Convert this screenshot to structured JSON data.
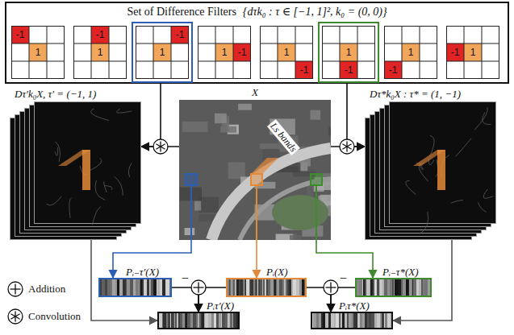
{
  "diagram": {
    "nodes": [
      {
        "text": [
          "Set of Difference Filters",
          "{dτk₀ : τ ∈ [−1, 1]², k₀ = (0, 0)}"
        ]
      },
      {
        "text": [
          "-1",
          "1"
        ],
        "in": 0
      },
      {
        "text": [
          "-1",
          "1"
        ],
        "in": 0
      },
      {
        "text": [
          "-1",
          "1"
        ],
        "in": 0
      },
      {
        "text": [
          "1",
          "-1"
        ],
        "in": 0
      },
      {
        "text": [
          "1",
          "-1"
        ],
        "in": 0
      },
      {
        "text": [
          "1",
          "-1"
        ],
        "in": 0
      },
      {
        "text": [
          "1",
          "-1"
        ],
        "in": 0
      },
      {
        "text": [
          "-1",
          "1"
        ],
        "in": 0
      },
      {
        "text": [
          "Dτ′k₀X, τ′ = (−1, 1)"
        ]
      },
      {
        "text": [
          "X",
          "Ls bands"
        ]
      },
      {
        "text": [
          "Dτ*k₀X : τ* = (1, −1)"
        ]
      },
      {
        "text": [
          "Pᵢ₋τ′(X)"
        ]
      },
      {
        "text": [
          "Pᵢ(X)"
        ]
      },
      {
        "text": [
          "Pᵢ₋τ*(X)"
        ]
      },
      {
        "text": [
          "Pᵢτ′(X)"
        ]
      },
      {
        "text": [
          "Pᵢτ*(X)"
        ]
      }
    ],
    "edges": [
      {
        "from": 3,
        "to": 9,
        "arrow": "to"
      },
      {
        "from": 10,
        "to": 9,
        "arrow": "to"
      },
      {
        "from": 6,
        "to": 11,
        "arrow": "to"
      },
      {
        "from": 10,
        "to": 11,
        "arrow": "to"
      },
      {
        "from": 10,
        "to": 12,
        "arrow": "to"
      },
      {
        "from": 10,
        "to": 13,
        "arrow": "to"
      },
      {
        "from": 10,
        "to": 14,
        "arrow": "to"
      },
      {
        "from": 12,
        "to": 15,
        "arrow": "to"
      },
      {
        "from": 13,
        "to": 15,
        "arrow": "to"
      },
      {
        "from": 13,
        "to": 16,
        "arrow": "to"
      },
      {
        "from": 14,
        "to": 16,
        "arrow": "to"
      },
      {
        "from": 9,
        "to": 15,
        "arrow": "to"
      },
      {
        "from": 11,
        "to": 16,
        "arrow": "to"
      }
    ],
    "labels": [
      "−",
      "−"
    ],
    "legend": [
      {
        "text": "Addition"
      },
      {
        "text": "Convolution"
      }
    ]
  }
}
